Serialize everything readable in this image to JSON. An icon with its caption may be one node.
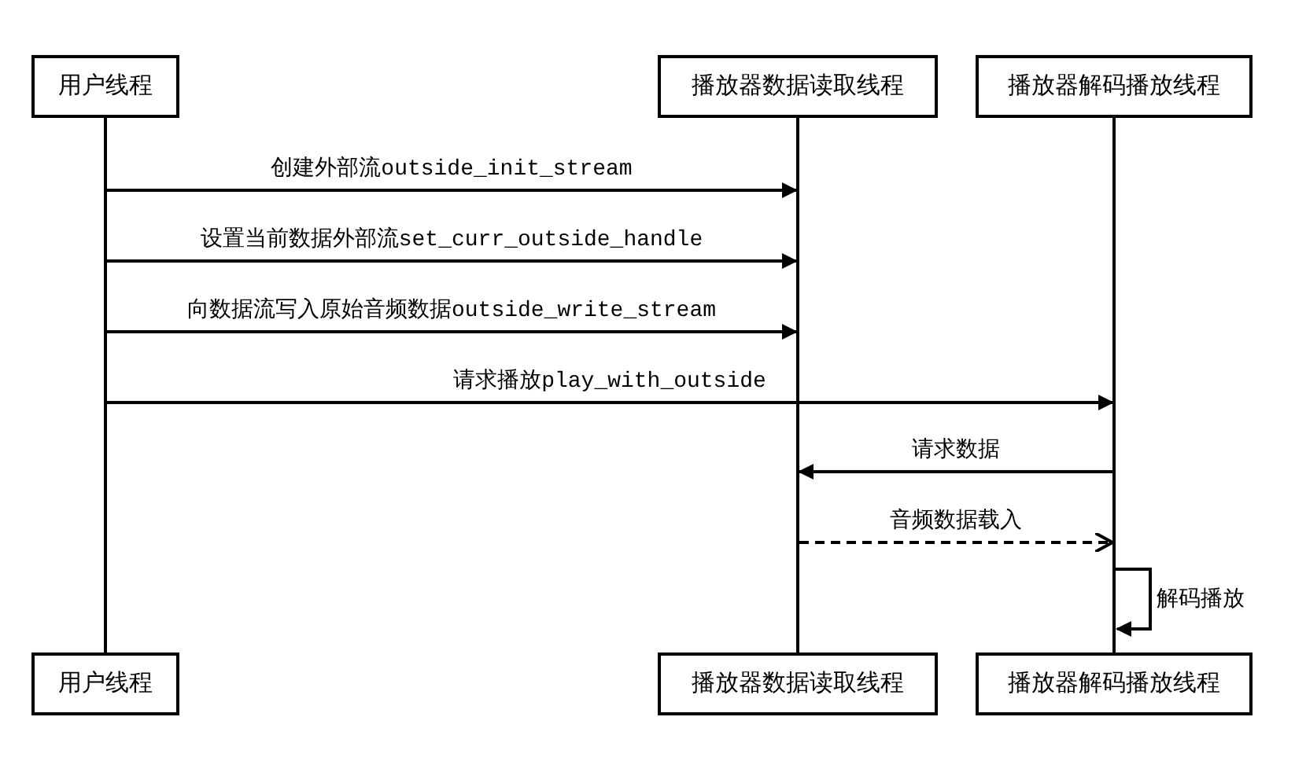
{
  "diagram": {
    "nodes": [
      {
        "text": [
          "用户线程"
        ]
      },
      {
        "text": [
          "播放器数据读取线程"
        ]
      },
      {
        "text": [
          "播放器解码播放线程"
        ]
      },
      {
        "text": [],
        "shape": "bar"
      },
      {
        "text": [],
        "shape": "bar"
      },
      {
        "text": [],
        "shape": "bar"
      },
      {
        "text": [
          "用户线程"
        ]
      },
      {
        "text": [
          "播放器数据读取线程"
        ]
      },
      {
        "text": [
          "播放器解码播放线程"
        ]
      }
    ],
    "edges": [
      {
        "from": 3,
        "to": 4,
        "arrow": "to",
        "label": "创建外部流outside_init_stream"
      },
      {
        "from": 3,
        "to": 4,
        "arrow": "to",
        "label": "设置当前数据外部流set_curr_outside_handle"
      },
      {
        "from": 3,
        "to": 4,
        "arrow": "to",
        "label": "向数据流写入原始音频数据outside_write_stream"
      },
      {
        "from": 3,
        "to": 5,
        "arrow": "to",
        "label": "请求播放play_with_outside"
      },
      {
        "from": 5,
        "to": 4,
        "arrow": "to",
        "label": "请求数据"
      },
      {
        "from": 4,
        "to": 5,
        "arrow": "to",
        "label": "音频数据载入",
        "style": "dashed"
      },
      {
        "from": 5,
        "to": 5,
        "arrow": "to",
        "label": "解码播放"
      }
    ]
  }
}
